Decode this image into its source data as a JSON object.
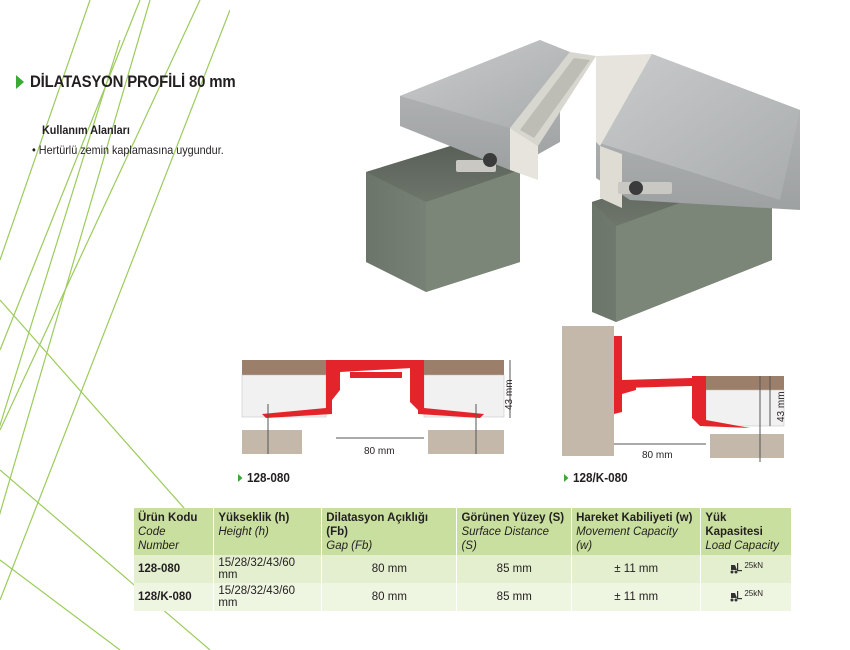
{
  "title": "DİLATASYON PROFİLİ 80 mm",
  "usage": {
    "heading": "Kullanım Alanları",
    "bullet": "•",
    "items": [
      "Hertürlü zemin kaplamasına uygundur."
    ]
  },
  "sections": [
    {
      "code": "128-080",
      "gap": "80 mm",
      "height": "43 mm"
    },
    {
      "code": "128/K-080",
      "gap": "80 mm",
      "height": "43 mm"
    }
  ],
  "table": {
    "headers": [
      {
        "tr": "Ürün Kodu",
        "en": "Code Number"
      },
      {
        "tr": "Yükseklik (h)",
        "en": "Height (h)"
      },
      {
        "tr": "Dilatasyon Açıklığı (Fb)",
        "en": "Gap (Fb)"
      },
      {
        "tr": "Görünen Yüzey (S)",
        "en": "Surface Distance (S)"
      },
      {
        "tr": "Hareket Kabiliyeti (w)",
        "en": "Movement Capacity (w)"
      },
      {
        "tr": "Yük Kapasitesi",
        "en": "Load Capacity"
      }
    ],
    "rows": [
      {
        "code": "128-080",
        "height": "15/28/32/43/60 mm",
        "gap": "80 mm",
        "surface": "85 mm",
        "movement": "± 11 mm",
        "load": "25kN"
      },
      {
        "code": "128/K-080",
        "height": "15/28/32/43/60 mm",
        "gap": "80 mm",
        "surface": "85 mm",
        "movement": "± 11 mm",
        "load": "25kN"
      }
    ]
  },
  "colors": {
    "accent": "#3aa935",
    "profile_red": "#e3252b",
    "table_header": "#c9dfa0"
  }
}
